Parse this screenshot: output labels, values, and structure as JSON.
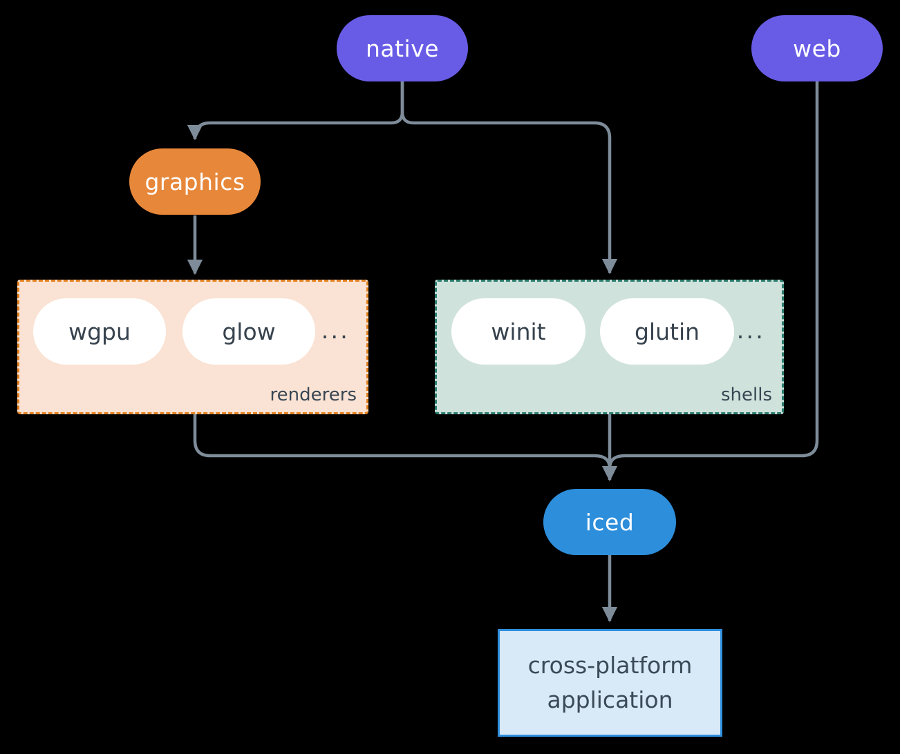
{
  "diagram": {
    "background_color": "#000000",
    "connector_color": "#7e8c9a",
    "nodes": {
      "native": {
        "label": "native",
        "color": "#685ce6",
        "text_color": "#ffffff"
      },
      "web": {
        "label": "web",
        "color": "#685ce6",
        "text_color": "#ffffff"
      },
      "graphics": {
        "label": "graphics",
        "color": "#e7873a",
        "text_color": "#ffffff"
      },
      "iced": {
        "label": "iced",
        "color": "#2d8edb",
        "text_color": "#ffffff"
      },
      "application": {
        "label": "cross-platform application",
        "fill_color": "#d8e9f8",
        "border_color": "#2f8fdd",
        "text_color": "#3a4a57"
      }
    },
    "groups": {
      "renderers": {
        "label": "renderers",
        "fill_color": "#fae3d4",
        "border_color": "#e2801f",
        "items": [
          "wgpu",
          "glow"
        ],
        "ellipsis": "..."
      },
      "shells": {
        "label": "shells",
        "fill_color": "#d0e2dc",
        "border_color": "#2b7d6e",
        "items": [
          "winit",
          "glutin"
        ],
        "ellipsis": "..."
      }
    },
    "edges": [
      {
        "from": "native",
        "to": "graphics"
      },
      {
        "from": "native",
        "to": "shells"
      },
      {
        "from": "graphics",
        "to": "renderers"
      },
      {
        "from": "renderers",
        "to": "iced"
      },
      {
        "from": "shells",
        "to": "iced"
      },
      {
        "from": "web",
        "to": "iced"
      },
      {
        "from": "iced",
        "to": "application"
      }
    ]
  }
}
